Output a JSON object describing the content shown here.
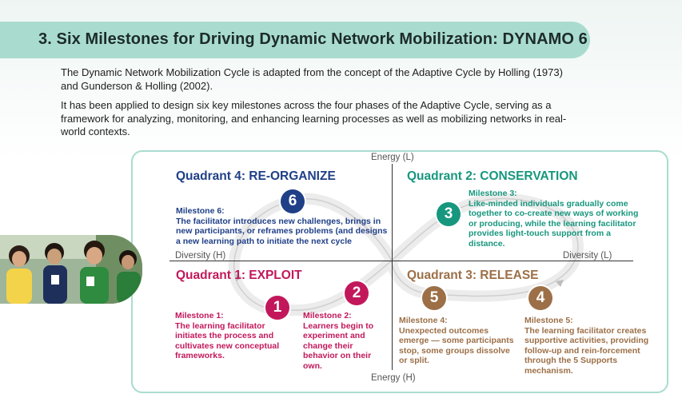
{
  "header": {
    "title": "3. Six Milestones for Driving Dynamic Network Mobilization: DYNAMO 6"
  },
  "intro": {
    "paragraph1": "The Dynamic Network Mobilization Cycle is adapted from the concept of the Adaptive Cycle by Holling (1973) and Gunderson & Holling (2002).",
    "paragraph2": "It has been applied to design six key milestones across the four phases of the Adaptive Cycle, serving as a framework for analyzing, monitoring, and enhancing learning processes as well as mobilizing networks in real-world contexts."
  },
  "axes": {
    "top": "Energy (L)",
    "bottom": "Energy (H)",
    "left": "Diversity (H)",
    "right": "Diversity (L)"
  },
  "quadrants": {
    "q4": "Quadrant 4: RE-ORGANIZE",
    "q2": "Quadrant 2: CONSERVATION",
    "q1": "Quadrant 1: EXPLOIT",
    "q3": "Quadrant 3: RELEASE"
  },
  "milestones": {
    "m1": {
      "number": "1",
      "title": "Milestone 1:",
      "text": "The learning facilitator initiates the process and cultivates new conceptual frameworks."
    },
    "m2": {
      "number": "2",
      "title": "Milestone 2:",
      "text": "Learners begin to experiment and change their behavior on their own."
    },
    "m3": {
      "number": "3",
      "title": "Milestone 3:",
      "text": "Like-minded individuals gradually come together to co-create new ways of working or producing, while the learning facilitator provides light-touch support from a distance."
    },
    "m4": {
      "number": "4",
      "title": "Milestone 5:",
      "text": "The learning facilitator creates supportive activities, providing follow-up and rein-forcement through the 5 Supports mechanism."
    },
    "m5": {
      "number": "5",
      "title": "Milestone 4:",
      "text": "Unexpected outcomes emerge — some participants stop, some groups dissolve or split."
    },
    "m6": {
      "number": "6",
      "title": "Milestone 6:",
      "text": "The facilitator introduces new challenges, brings in new participants, or reframes problems (and designs a new learning path to initiate the next cycle"
    }
  },
  "colors": {
    "title_bar": "#a9dccf",
    "quadrant4": "#1f3f87",
    "quadrant2": "#17977e",
    "quadrant1": "#c2185b",
    "quadrant3": "#9c6f47"
  },
  "photo": {
    "description_icon": "students-photo"
  }
}
